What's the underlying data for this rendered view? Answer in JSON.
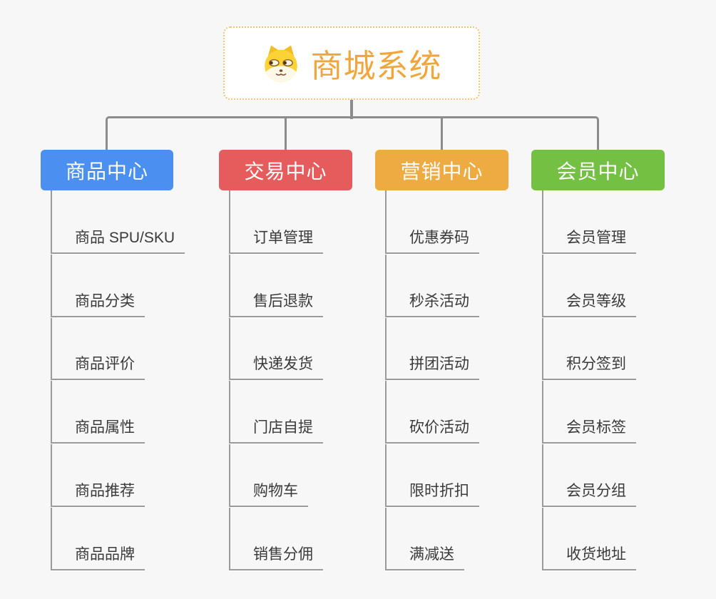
{
  "root": {
    "title": "商城系统",
    "icon": "doge-face-icon",
    "text_color": "#f0a63c",
    "border_color": "#f4c46e"
  },
  "connector_color": "#8c8c8c",
  "branches": [
    {
      "label": "商品中心",
      "color": "#4b90f0",
      "items": [
        "商品 SPU/SKU",
        "商品分类",
        "商品评价",
        "商品属性",
        "商品推荐",
        "商品品牌"
      ]
    },
    {
      "label": "交易中心",
      "color": "#e65c5c",
      "items": [
        "订单管理",
        "售后退款",
        "快递发货",
        "门店自提",
        "购物车",
        "销售分佣"
      ]
    },
    {
      "label": "营销中心",
      "color": "#eeab42",
      "items": [
        "优惠券码",
        "秒杀活动",
        "拼团活动",
        "砍价活动",
        "限时折扣",
        "满减送"
      ]
    },
    {
      "label": "会员中心",
      "color": "#74c043",
      "items": [
        "会员管理",
        "会员等级",
        "积分签到",
        "会员标签",
        "会员分组",
        "收货地址"
      ]
    }
  ]
}
